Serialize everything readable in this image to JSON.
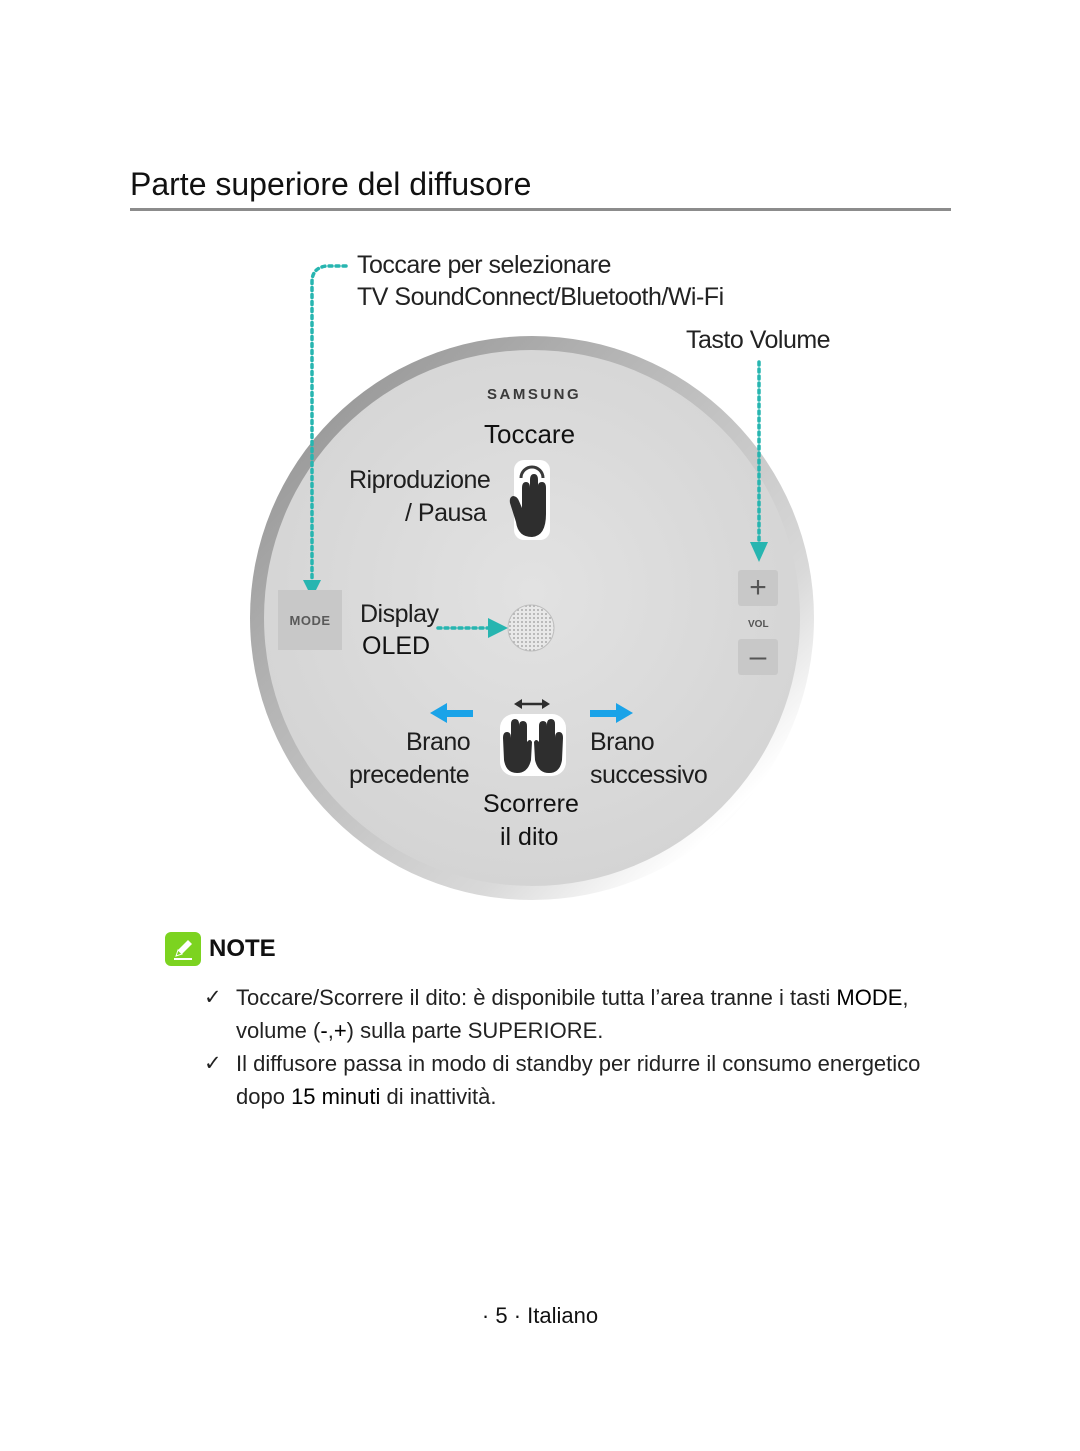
{
  "page": {
    "title": "Parte superiore del diffusore",
    "footer": "· 5 · Italiano"
  },
  "diagram": {
    "callout_mode_line1": "Toccare per selezionare",
    "callout_mode_line2": "TV SoundConnect/Bluetooth/Wi-Fi",
    "callout_volume": "Tasto Volume",
    "brand_logo_text": "SAMSUNG",
    "tap_heading": "Toccare",
    "play_line1": "Riproduzione",
    "play_line2": "/ Pausa",
    "mode_button": "MODE",
    "display_line1": "Display",
    "display_line2": "OLED",
    "vol_plus": "+",
    "vol_label": "VOL",
    "vol_minus": "–",
    "prev_line1": "Brano",
    "prev_line2": "precedente",
    "next_line1": "Brano",
    "next_line2": "successivo",
    "swipe_line1": "Scorrere",
    "swipe_line2": "il dito"
  },
  "note": {
    "label": "NOTE",
    "items": [
      {
        "check": "✓",
        "before": "Toccare/Scorrere il dito: è disponibile tutta l’area tranne i tasti ",
        "strong1": "MODE",
        "middle": ", volume (",
        "strong2": "-",
        "comma": ",",
        "strong3": "+",
        "after": ") sulla parte SUPERIORE."
      },
      {
        "check": "✓",
        "before": "Il diffusore passa in modo di standby per ridurre il consumo energetico dopo ",
        "strong1": "15 minuti",
        "after": " di inattività."
      }
    ]
  },
  "colors": {
    "accent_teal": "#27b5b0",
    "arrow_blue": "#1aa3e8",
    "note_green": "#7cd320",
    "rule_gray": "#8c8c8c"
  }
}
